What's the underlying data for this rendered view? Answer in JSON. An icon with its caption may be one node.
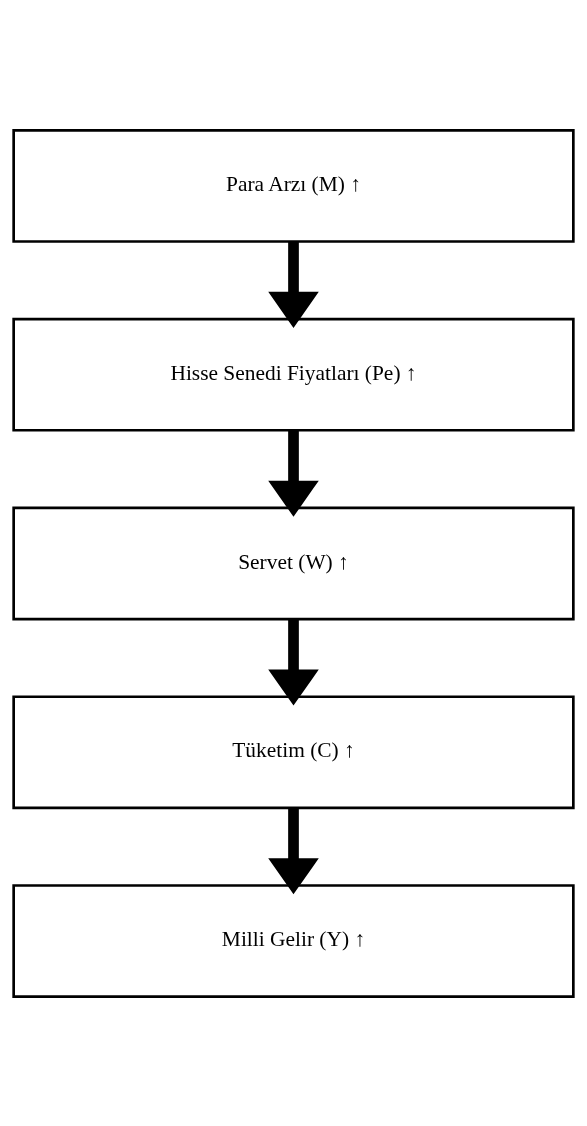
{
  "diagram": {
    "nodes": [
      {
        "text": [
          "Para Arzı (M) ↑"
        ]
      },
      {
        "text": [
          "Hisse Senedi Fiyatları (Pe) ↑"
        ]
      },
      {
        "text": [
          "Servet (W) ↑"
        ]
      },
      {
        "text": [
          "Tüketim (C) ↑"
        ]
      },
      {
        "text": [
          "Milli Gelir (Y) ↑"
        ]
      }
    ],
    "edges": [
      {
        "from": 0,
        "to": 1,
        "arrow": "to"
      },
      {
        "from": 1,
        "to": 2,
        "arrow": "to"
      },
      {
        "from": 2,
        "to": 3,
        "arrow": "to"
      },
      {
        "from": 3,
        "to": 4,
        "arrow": "to"
      }
    ]
  }
}
